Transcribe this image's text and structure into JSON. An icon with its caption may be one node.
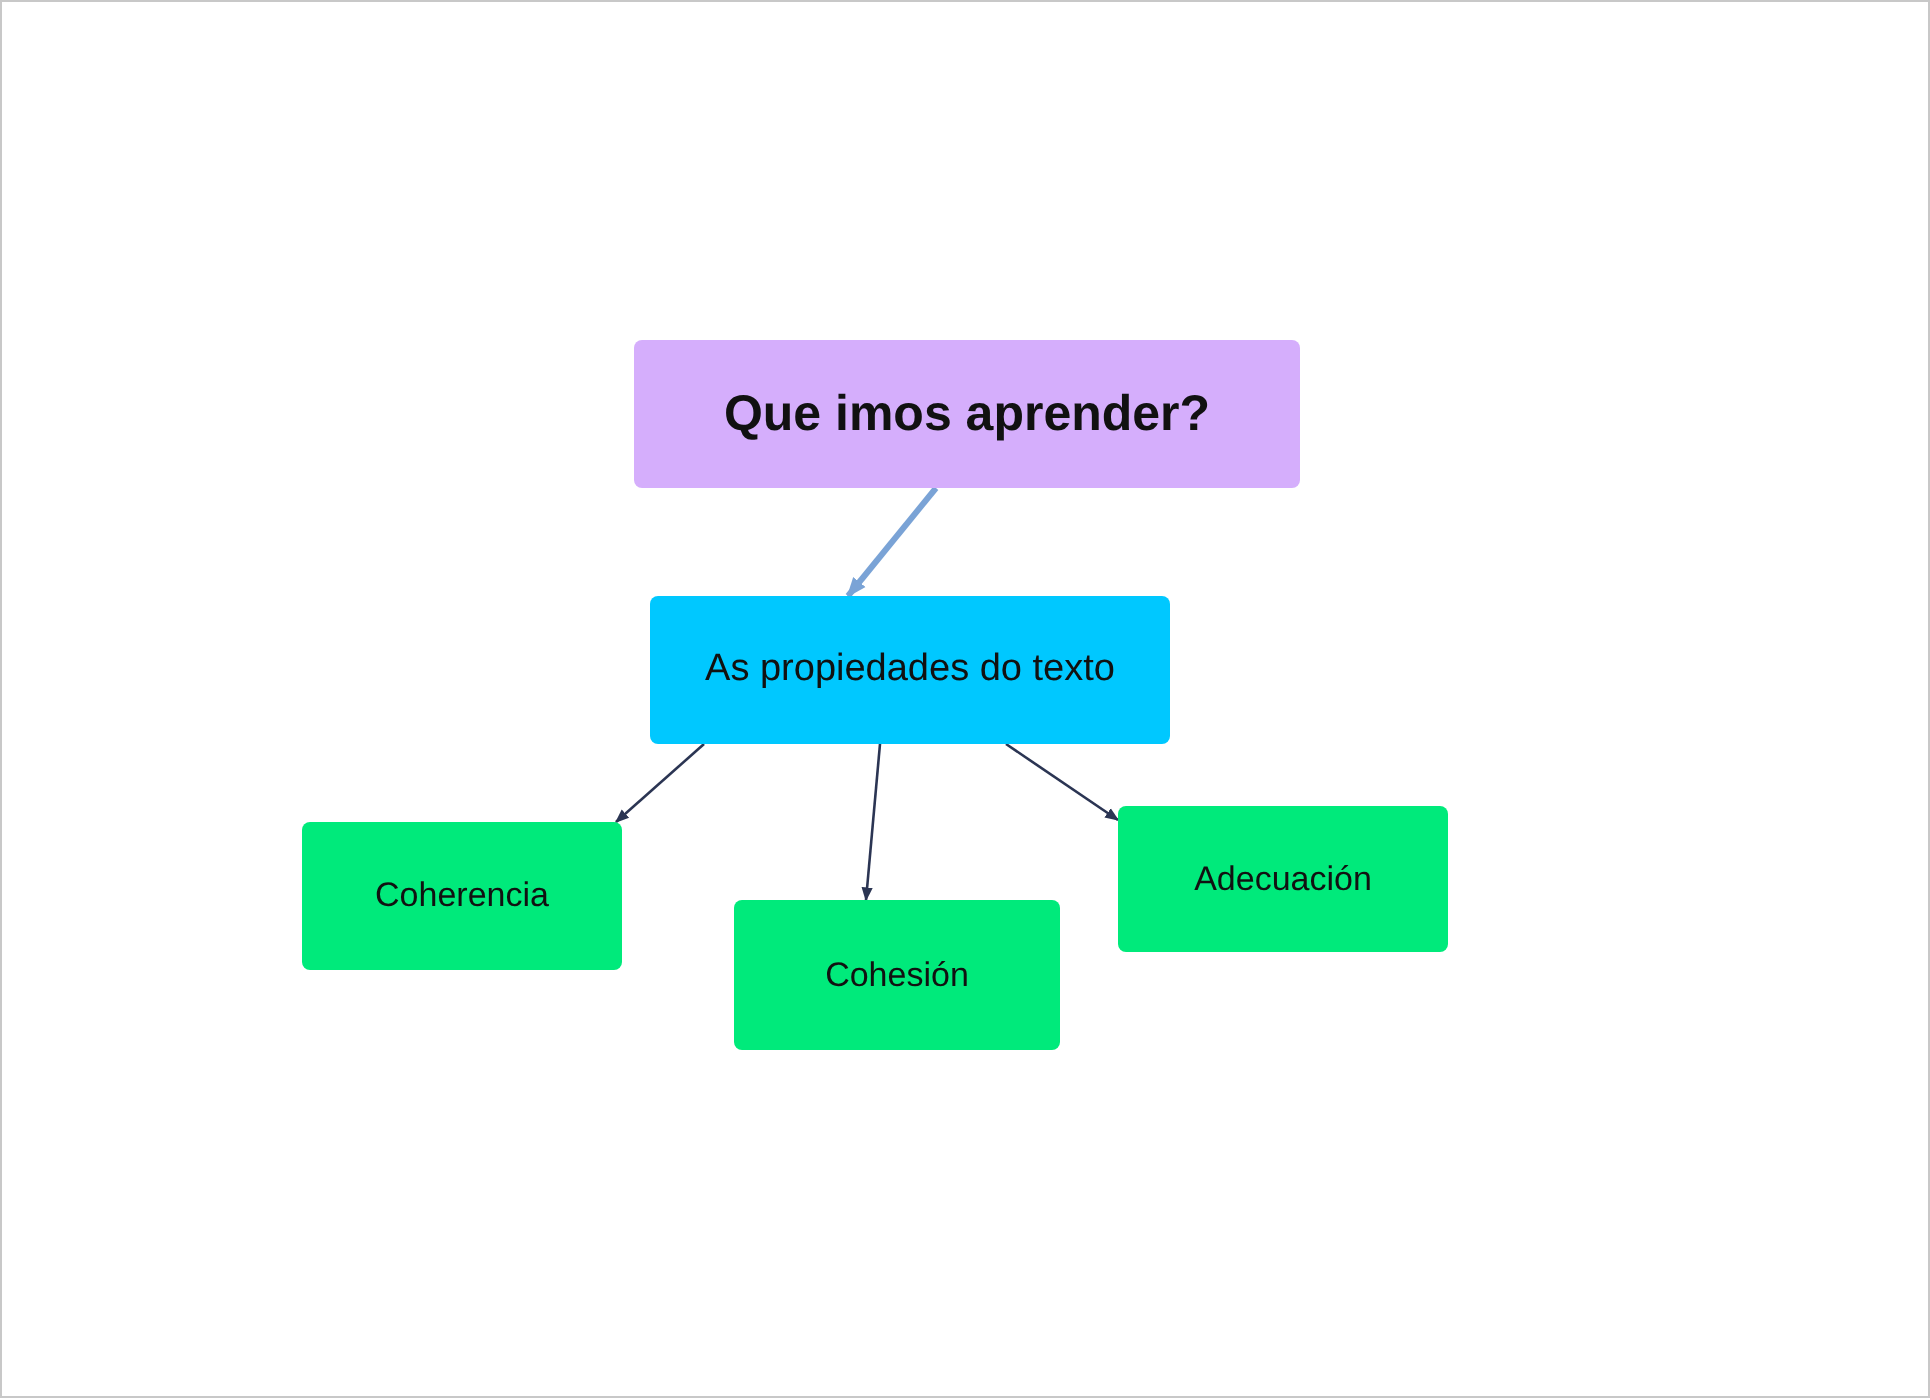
{
  "diagram": {
    "nodes": [
      {
        "text": [
          "Que imos aprender?"
        ]
      },
      {
        "text": [
          "As propiedades do texto"
        ]
      },
      {
        "text": [
          "Coherencia"
        ]
      },
      {
        "text": [
          "Cohesión"
        ]
      },
      {
        "text": [
          "Adecuación"
        ]
      }
    ],
    "edges": [
      {
        "from": 0,
        "to": 1,
        "arrow": "to",
        "style": "thick",
        "color": "#7aa3d6"
      },
      {
        "from": 1,
        "to": 2,
        "arrow": "to"
      },
      {
        "from": 1,
        "to": 3,
        "arrow": "to"
      },
      {
        "from": 1,
        "to": 4,
        "arrow": "to"
      }
    ]
  }
}
